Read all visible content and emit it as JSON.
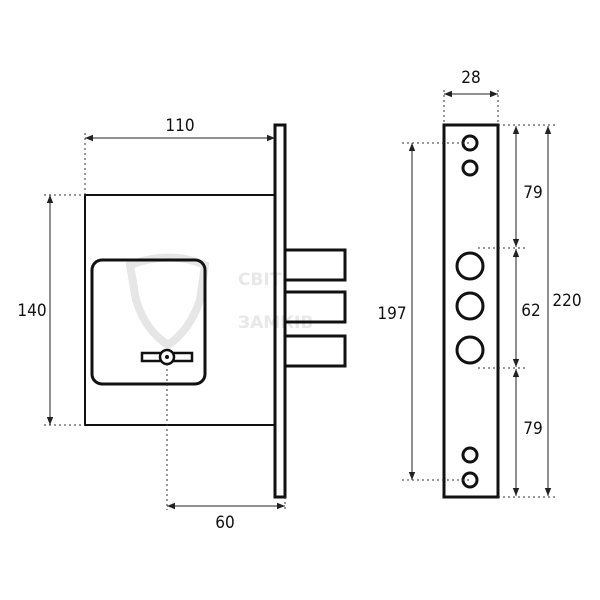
{
  "watermark": {
    "line1": "СВІТ",
    "line2": "ЗАМКІВ"
  },
  "dimensions": {
    "lock_width": "110",
    "lock_height": "140",
    "backset": "60",
    "strike_width": "28",
    "hole_span": "197",
    "top_section": "79",
    "middle_section": "62",
    "bottom_section": "79",
    "strike_height": "220"
  },
  "colors": {
    "line": "#111111",
    "watermark": "#e6e6e6"
  }
}
